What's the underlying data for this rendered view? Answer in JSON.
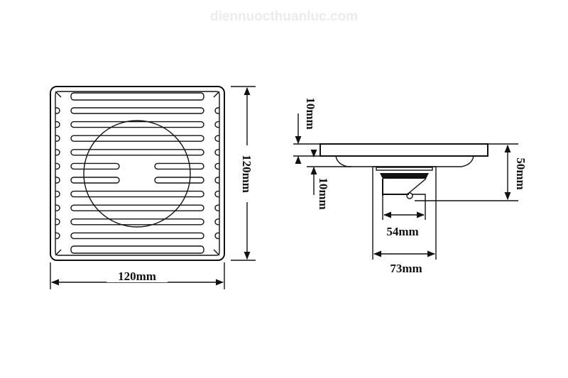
{
  "watermark": "diennuocthuanluc.com",
  "front_view": {
    "width_label": "120mm",
    "height_label": "120mm"
  },
  "side_view": {
    "plate_thickness_label": "10mm",
    "flange_depth_label": "10mm",
    "total_height_label": "50mm",
    "outlet_inner_label": "54mm",
    "outlet_outer_label": "73mm"
  }
}
